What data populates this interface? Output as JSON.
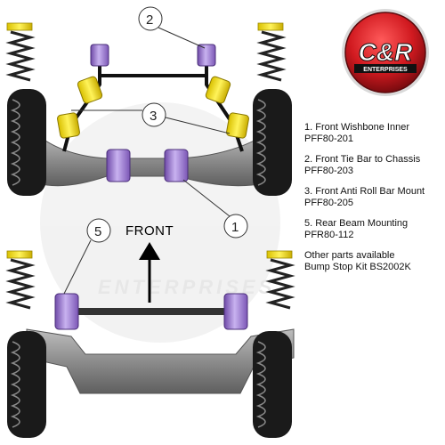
{
  "logo": {
    "text": "C&R",
    "subtext": "ENTERPRISES",
    "colors": {
      "red": "#d21f26",
      "dark_red": "#8d0f14",
      "white": "#ffffff"
    }
  },
  "watermark": {
    "text": "ENTERPRISES"
  },
  "front_label": "FRONT",
  "callouts": [
    "1",
    "2",
    "3",
    "5"
  ],
  "legend": {
    "items": [
      {
        "name": "1. Front Wishbone Inner",
        "part": "PFF80-201"
      },
      {
        "name": "2. Front Tie Bar to Chassis",
        "part": "PFF80-203"
      },
      {
        "name": "3. Front Anti Roll Bar Mount",
        "part": "PFF80-205"
      },
      {
        "name": "5. Rear Beam Mounting",
        "part": "PFR80-112"
      },
      {
        "name": "Other parts available",
        "part": "Bump Stop Kit BS2002K"
      }
    ]
  },
  "colors": {
    "bush": "#b79ee6",
    "bush_dark": "#7e5bb6",
    "spring": "#f6e500",
    "tyre": "#1a1a1a",
    "beam": "#8a8a8a",
    "background": "#ffffff"
  }
}
